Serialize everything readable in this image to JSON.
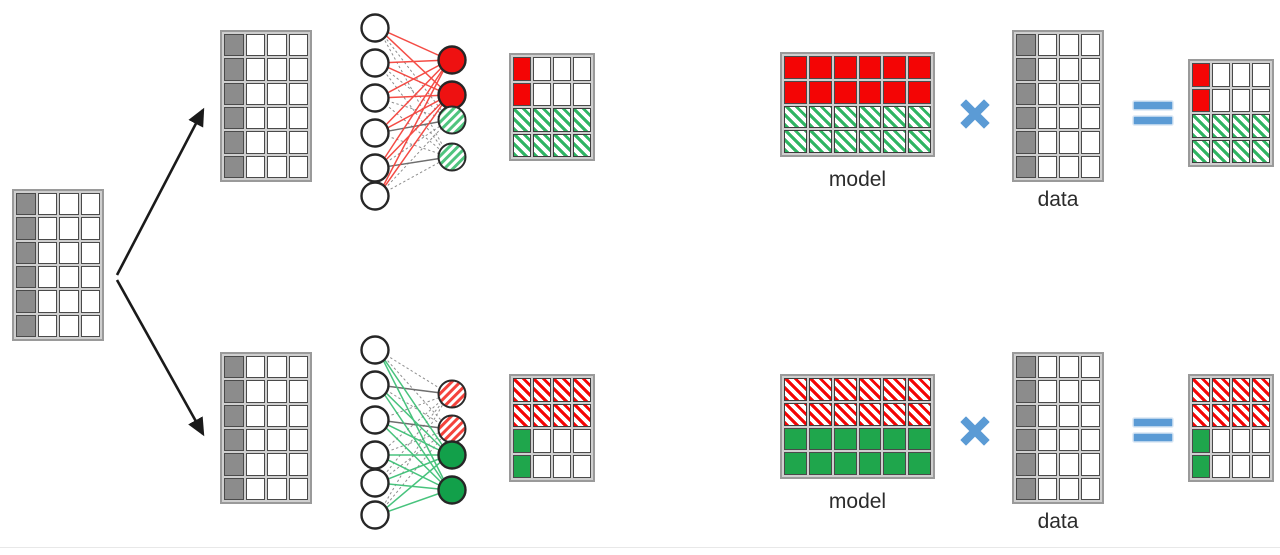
{
  "figure": {
    "title": "",
    "background": "#ffffff",
    "colors": {
      "gray_cell": "#8c8c8c",
      "red": "#f40505",
      "green": "#1fa64c",
      "red_hatch": "#f40505",
      "green_hatch": "#2fb563",
      "operator_blue": "#5b9bd5",
      "grid_line": "#4a4a4a",
      "arrow": "#1a1a1a",
      "edge_red": "#f4433c",
      "edge_green": "#3fc077",
      "edge_gray": "#7a7a7a"
    }
  },
  "source": {
    "name": "source-matrix",
    "rows": 6,
    "cols": 4,
    "gray_column": 1
  },
  "arrows": [
    {
      "name": "arrow-to-top-branch",
      "direction": "up-right"
    },
    {
      "name": "arrow-to-bottom-branch",
      "direction": "down-right"
    }
  ],
  "branches": [
    {
      "id": "top",
      "input_matrix": {
        "name": "input-matrix-top",
        "rows": 6,
        "cols": 4,
        "gray_column": 1
      },
      "network": {
        "name": "neural-network-top",
        "input_nodes": 6,
        "output_nodes": 4,
        "output_node_styles": [
          "red",
          "red",
          "green-hatch",
          "green-hatch"
        ],
        "active_edge_color": "#f4433c",
        "inactive_edge_color": "#7a7a7a"
      },
      "result_matrix": {
        "name": "result-matrix-top",
        "rows": 4,
        "cols": 4,
        "cells": [
          [
            "red",
            "white",
            "white",
            "white"
          ],
          [
            "red",
            "white",
            "white",
            "white"
          ],
          [
            "green-hatch",
            "green-hatch",
            "green-hatch",
            "green-hatch"
          ],
          [
            "green-hatch",
            "green-hatch",
            "green-hatch",
            "green-hatch"
          ]
        ]
      },
      "equation": {
        "model": {
          "name": "model-matrix-top",
          "label": "model",
          "rows": 4,
          "cols": 6,
          "cells": [
            [
              "red",
              "red",
              "red",
              "red",
              "red",
              "red"
            ],
            [
              "red",
              "red",
              "red",
              "red",
              "red",
              "red"
            ],
            [
              "green-hatch",
              "green-hatch",
              "green-hatch",
              "green-hatch",
              "green-hatch",
              "green-hatch"
            ],
            [
              "green-hatch",
              "green-hatch",
              "green-hatch",
              "green-hatch",
              "green-hatch",
              "green-hatch"
            ]
          ]
        },
        "multiply_symbol": "×",
        "data": {
          "name": "data-matrix-top",
          "label": "data",
          "rows": 6,
          "cols": 4,
          "gray_column": 1
        },
        "equals_symbol": "=",
        "product": {
          "name": "product-matrix-top",
          "rows": 4,
          "cols": 4,
          "cells": [
            [
              "red",
              "white",
              "white",
              "white"
            ],
            [
              "red",
              "white",
              "white",
              "white"
            ],
            [
              "green-hatch",
              "green-hatch",
              "green-hatch",
              "green-hatch"
            ],
            [
              "green-hatch",
              "green-hatch",
              "green-hatch",
              "green-hatch"
            ]
          ]
        }
      }
    },
    {
      "id": "bottom",
      "input_matrix": {
        "name": "input-matrix-bottom",
        "rows": 6,
        "cols": 4,
        "gray_column": 1
      },
      "network": {
        "name": "neural-network-bottom",
        "input_nodes": 6,
        "output_nodes": 4,
        "output_node_styles": [
          "red-hatch",
          "red-hatch",
          "green",
          "green"
        ],
        "active_edge_color": "#3fc077",
        "inactive_edge_color": "#7a7a7a"
      },
      "result_matrix": {
        "name": "result-matrix-bottom",
        "rows": 4,
        "cols": 4,
        "cells": [
          [
            "red-hatch",
            "red-hatch",
            "red-hatch",
            "red-hatch"
          ],
          [
            "red-hatch",
            "red-hatch",
            "red-hatch",
            "red-hatch"
          ],
          [
            "green",
            "white",
            "white",
            "white"
          ],
          [
            "green",
            "white",
            "white",
            "white"
          ]
        ]
      },
      "equation": {
        "model": {
          "name": "model-matrix-bottom",
          "label": "model",
          "rows": 4,
          "cols": 6,
          "cells": [
            [
              "red-hatch",
              "red-hatch",
              "red-hatch",
              "red-hatch",
              "red-hatch",
              "red-hatch"
            ],
            [
              "red-hatch",
              "red-hatch",
              "red-hatch",
              "red-hatch",
              "red-hatch",
              "red-hatch"
            ],
            [
              "green",
              "green",
              "green",
              "green",
              "green",
              "green"
            ],
            [
              "green",
              "green",
              "green",
              "green",
              "green",
              "green"
            ]
          ]
        },
        "multiply_symbol": "×",
        "data": {
          "name": "data-matrix-bottom",
          "label": "data",
          "rows": 6,
          "cols": 4,
          "gray_column": 1
        },
        "equals_symbol": "=",
        "product": {
          "name": "product-matrix-bottom",
          "rows": 4,
          "cols": 4,
          "cells": [
            [
              "red-hatch",
              "red-hatch",
              "red-hatch",
              "red-hatch"
            ],
            [
              "red-hatch",
              "red-hatch",
              "red-hatch",
              "red-hatch"
            ],
            [
              "green",
              "white",
              "white",
              "white"
            ],
            [
              "green",
              "white",
              "white",
              "white"
            ]
          ]
        }
      }
    }
  ]
}
